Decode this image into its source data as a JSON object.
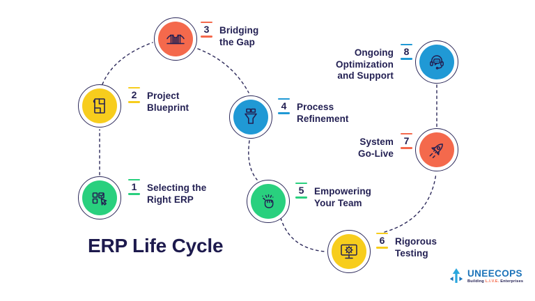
{
  "title": "ERP Life Cycle",
  "colors": {
    "navy": "#232053",
    "green": "#29d07e",
    "yellow": "#f7cd1d",
    "orange": "#f4694c",
    "blue": "#2099d5"
  },
  "steps": [
    {
      "number": "1",
      "label": "Selecting the\nRight ERP",
      "color": "green",
      "icon": "erp-selection-icon"
    },
    {
      "number": "2",
      "label": "Project\nBlueprint",
      "color": "yellow",
      "icon": "blueprint-icon"
    },
    {
      "number": "3",
      "label": "Bridging\nthe Gap",
      "color": "orange",
      "icon": "bridge-icon"
    },
    {
      "number": "4",
      "label": "Process\nRefinement",
      "color": "blue",
      "icon": "funnel-icon"
    },
    {
      "number": "5",
      "label": "Empowering\nYour Team",
      "color": "green",
      "icon": "fist-snap-icon"
    },
    {
      "number": "6",
      "label": "Rigorous\nTesting",
      "color": "yellow",
      "icon": "monitor-gear-icon"
    },
    {
      "number": "7",
      "label": "System\nGo-Live",
      "color": "orange",
      "icon": "rocket-icon"
    },
    {
      "number": "8",
      "label": "Ongoing\nOptimization\nand Support",
      "color": "blue",
      "icon": "headset-support-icon"
    }
  ],
  "logo": {
    "name": "UNEECOPS",
    "tagline_prefix": "Building ",
    "tagline_highlight": "L.I.V.E.",
    "tagline_suffix": " Enterprises"
  }
}
